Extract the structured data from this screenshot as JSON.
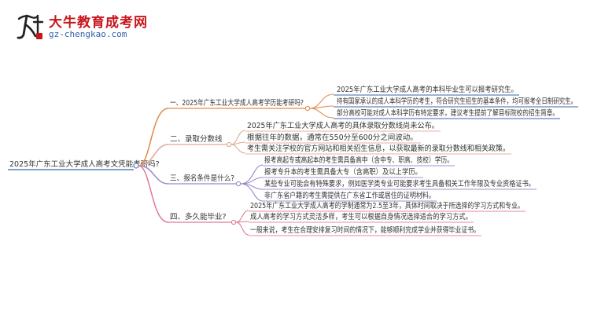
{
  "header": {
    "brand_title": "大牛教育成考网",
    "brand_url": "gz-chengkao.com",
    "logo_icon": "daniu-calligraphy-logo"
  },
  "mindmap": {
    "root": "2025年广东工业大学成人高考文凭能考研吗?",
    "branches": [
      {
        "label": "一、2025年广东工业大学成人高考学历能考研吗?",
        "color": "#e08a4a",
        "children": [
          "2025年广东工业大学成人高考的本科毕业生可以报考研究生。",
          "持有国家承认的成人本科学历的考生，符合研究生招生的基本条件，均可报考全日制研究生。",
          "部分高校可能对成人本科学历有特定要求，建议考生提前了解目标院校的招生简章。"
        ]
      },
      {
        "label": "二、录取分数线",
        "color": "#e2a894",
        "children": [
          "2025年广东工业大学成人高考的具体录取分数线尚未公布。",
          "根据往年的数据，通常在550分至600分之间波动。",
          "考生需关注学校的官方网站和相关招生信息，以获取最新的录取分数线和相关政策。"
        ]
      },
      {
        "label": "三、报名条件是什么?",
        "color": "#9d86c9",
        "children": [
          "报考高起专或高起本的考生需具备高中（含中专、职高、技校）学历。",
          "报考专升本的考生需具备大专（含高职）及以上学历。",
          "某些专业可能会有特殊要求，例如医学类专业可能要求考生具备相关工作年限及专业资格证书。",
          "非广东省户籍的考生需提供在广东省工作或居住的证明材料。"
        ]
      },
      {
        "label": "四、多久能毕业?",
        "color": "#e07a92",
        "children": [
          "2025年广东工业大学成人高考的学制通常为2.5至3年，具体时间取决于所选择的学习方式和专业。",
          "成人高考的学习方式灵活多样，考生可以根据自身情况选择适合的学习方式。",
          "一般来说，考生在合理安排复习时间的情况下，能够顺利完成学业并获得毕业证书。"
        ]
      }
    ],
    "colors": {
      "root_line": "#5b7fb0",
      "branch1_leaf": "#3e63a8",
      "branch2_leaf": "#e6b3a3",
      "branch3_leaf": "#a78fd0",
      "branch4_leaf": "#e88aa0"
    }
  }
}
